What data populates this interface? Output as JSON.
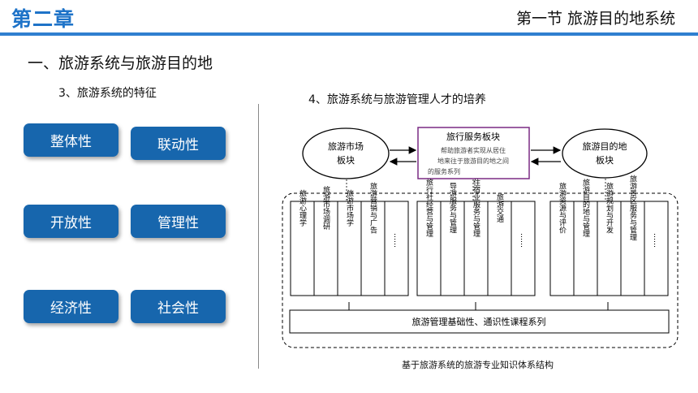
{
  "header": {
    "chapter": "第二章",
    "section": "第一节  旅游目的地系统"
  },
  "main": {
    "heading": "一、旅游系统与旅游目的地",
    "left": {
      "subtitle": "3、旅游系统的特征",
      "features": [
        "整体性",
        "联动性",
        "开放性",
        "管理性",
        "经济性",
        "社会性"
      ]
    },
    "right": {
      "subtitle": "4、旅游系统与旅游管理人才的培养",
      "diagram": {
        "market_block": [
          "旅游市场",
          "板块"
        ],
        "service_block": {
          "title": "旅行服务板块",
          "desc": [
            "帮助旅游者实现从居住",
            "地来往于旅游目的地之间",
            "的服务系列"
          ]
        },
        "destination_block": [
          "旅游目的地",
          "板块"
        ],
        "columns_group1": [
          "旅游心理学",
          "旅游市场调研",
          "旅游市场学",
          "旅游营销与广告",
          "……"
        ],
        "columns_group2": [
          "旅行社经营与管理",
          "导游服务与管理",
          "住宿业服务与管理",
          "旅游交通",
          "……"
        ],
        "columns_group3": [
          "旅游资源与评价",
          "旅游目的地与管理",
          "旅游规划与开发",
          "旅游景区服务与管理",
          "……"
        ],
        "foundation": "旅游管理基础性、通识性课程系列"
      },
      "caption": "基于旅游系统的旅游专业知识体系结构"
    }
  }
}
